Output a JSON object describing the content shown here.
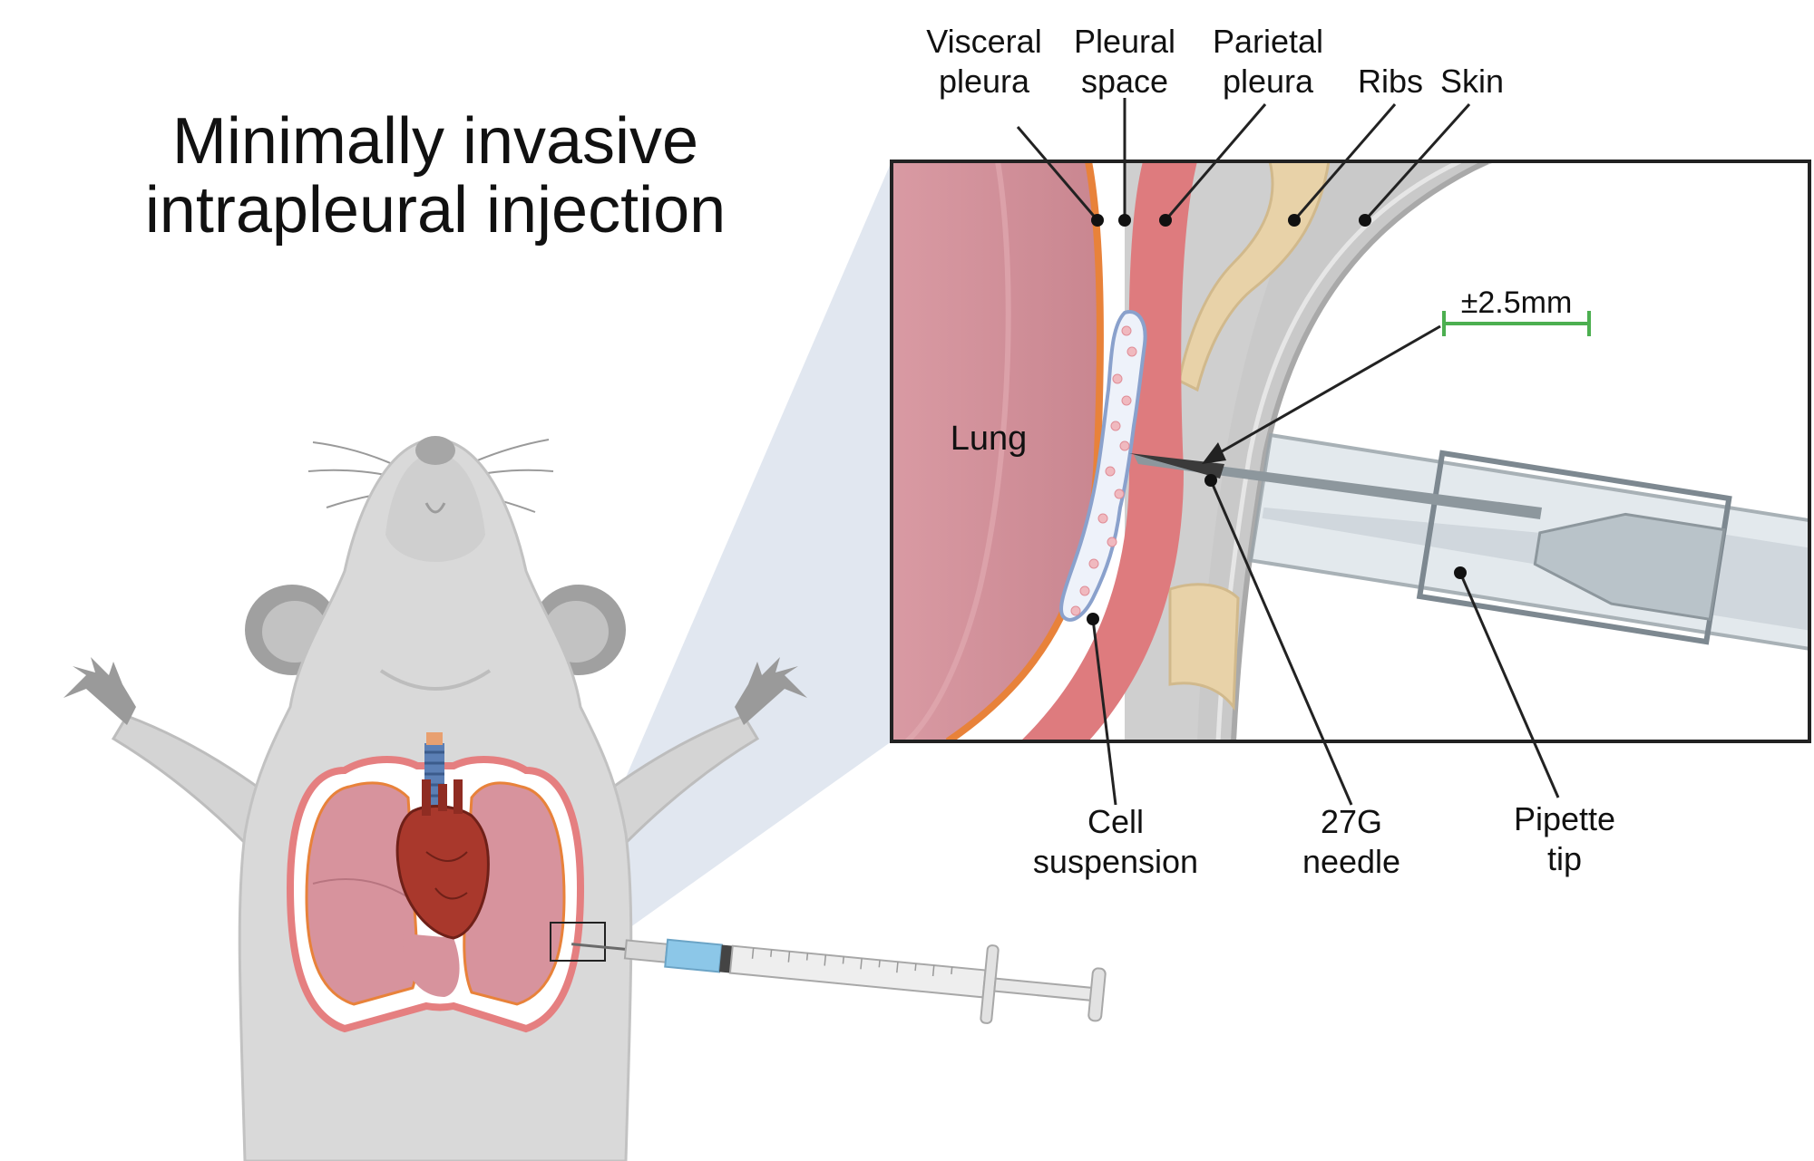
{
  "title": {
    "line1": "Minimally invasive",
    "line2": "intrapleural injection"
  },
  "labels": {
    "visceral_pleura": [
      "Visceral",
      "pleura"
    ],
    "pleural_space": [
      "Pleural",
      "space"
    ],
    "parietal_pleura": [
      "Parietal",
      "pleura"
    ],
    "ribs": "Ribs",
    "skin": "Skin",
    "lung": "Lung",
    "scale": "±2.5mm",
    "cell_suspension": [
      "Cell",
      "suspension"
    ],
    "needle": [
      "27G",
      "needle"
    ],
    "pipette_tip": [
      "Pipette",
      "tip"
    ]
  },
  "colors": {
    "lung": "#d4909a",
    "visceral_pleura": "#e8823a",
    "parietal_pleura": "#de7b7e",
    "ribs": "#e8d2a8",
    "skin": "#c9c9c9",
    "scale_bar": "#4caf50",
    "cell_suspension": "#8aa1cc",
    "mouse_body": "#d6d6d6",
    "heart": "#a33a2d"
  }
}
